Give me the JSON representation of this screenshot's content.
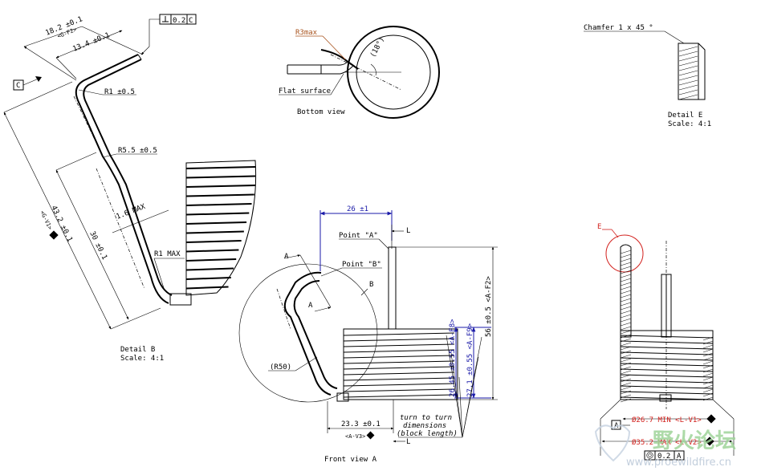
{
  "detail_b": {
    "dim_18_2": "18.2 ±0.1",
    "dim_18_2_ref": "<G-F2>",
    "dim_13_4": "13.4 ±0.1",
    "datum_c": "C",
    "fcf_flatness_value": "0.2",
    "fcf_flatness_ref": "C",
    "r1": "R1 ±0.5",
    "r5_5": "R5.5 ±0.5",
    "dim_43_2": "43.2 ±0.1",
    "dim_43_2_ref": "<G-V1>",
    "dim_30": "30 ±0.1",
    "thk_1_6": "1.6 MAX",
    "r1_max": "R1 MAX",
    "title": "Detail B",
    "scale": "Scale:  4:1"
  },
  "bottom_view": {
    "r3max": "R3max",
    "angle": "(18°)",
    "flat_surface": "Flat surface",
    "title": "Bottom view"
  },
  "detail_e": {
    "chamfer": "Chamfer 1 x 45 °",
    "title": "Detail E",
    "scale": "Scale:  4:1"
  },
  "front_view": {
    "dim_26": "26 ±1",
    "point_a": "Point \"A\"",
    "point_b": "Point \"B\"",
    "section_a1": "A",
    "section_a2": "A",
    "label_b": "B",
    "r50": "(R50)",
    "label_l_top": "L",
    "label_l_bottom": "L",
    "dim_56": "56 ±0.5 <A-F2>",
    "dim_26_45": "26.45 ±0.55 <A-F8>",
    "dim_27_1": "27.1 ±0.55 <A-F9>",
    "dim_23_3": "23.3 ±0.1",
    "dim_23_3_ref": "<A-V3>",
    "turn_note_1": "turn to turn",
    "turn_note_2": "dimensions",
    "turn_note_3": "(block length)",
    "title": "Front view A"
  },
  "side_view": {
    "label_e": "E",
    "datum_a": "A",
    "dim_min": "Ø26.7 MIN <L-V1>",
    "dim_max": "Ø35.2 MAX <L-V2>",
    "fcf_value": "0.2",
    "fcf_ref": "A"
  },
  "watermark": {
    "chinese": "野火论坛",
    "url": "www.proewildfire.cn"
  }
}
